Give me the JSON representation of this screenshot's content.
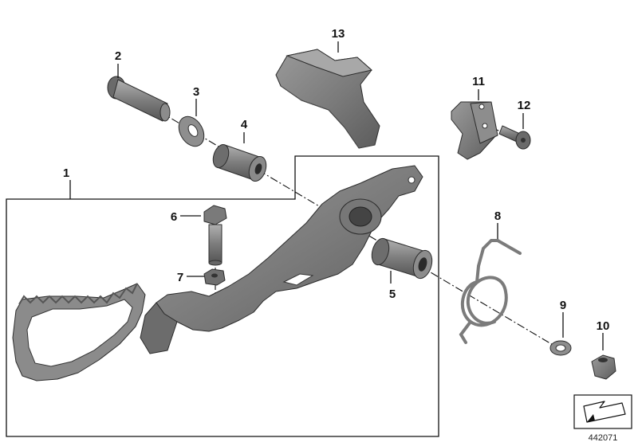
{
  "diagram": {
    "reference_number": "442071",
    "callouts": [
      {
        "id": "p1",
        "label": "1"
      },
      {
        "id": "p2",
        "label": "2"
      },
      {
        "id": "p3",
        "label": "3"
      },
      {
        "id": "p4",
        "label": "4"
      },
      {
        "id": "p5",
        "label": "5"
      },
      {
        "id": "p6",
        "label": "6"
      },
      {
        "id": "p7",
        "label": "7"
      },
      {
        "id": "p8",
        "label": "8"
      },
      {
        "id": "p9",
        "label": "9"
      },
      {
        "id": "p10",
        "label": "10"
      },
      {
        "id": "p11",
        "label": "11"
      },
      {
        "id": "p12",
        "label": "12"
      },
      {
        "id": "p13",
        "label": "13"
      }
    ],
    "colors": {
      "part_dark": "#6e6e6e",
      "part_mid": "#8a8a8a",
      "part_light": "#a6a6a6",
      "line": "#111111",
      "background": "#ffffff"
    },
    "icons": [
      "direction-arrow-icon"
    ]
  }
}
